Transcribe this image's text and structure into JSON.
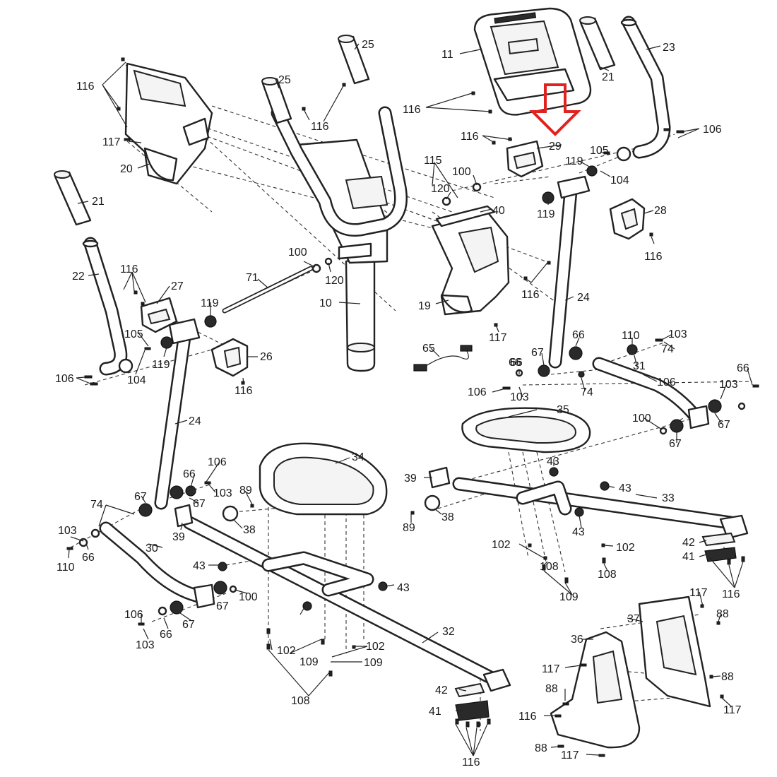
{
  "highlight": {
    "part": "29",
    "color": "#e0231f"
  },
  "labels": [
    "116",
    "117",
    "20",
    "21",
    "22",
    "25",
    "25",
    "116",
    "11",
    "21",
    "23",
    "116",
    "116",
    "29",
    "105",
    "106",
    "119",
    "104",
    "115",
    "100",
    "120",
    "40",
    "119",
    "28",
    "116",
    "116",
    "100",
    "120",
    "71",
    "10",
    "19",
    "24",
    "116",
    "27",
    "119",
    "105",
    "119",
    "104",
    "106",
    "26",
    "116",
    "117",
    "65",
    "66",
    "67",
    "66",
    "110",
    "103",
    "74",
    "31",
    "106",
    "66",
    "103",
    "66",
    "103",
    "106",
    "74",
    "67",
    "35",
    "100",
    "67",
    "24",
    "106",
    "66",
    "103",
    "67",
    "89",
    "34",
    "39",
    "43",
    "43",
    "67",
    "74",
    "38",
    "33",
    "103",
    "66",
    "110",
    "30",
    "89",
    "38",
    "39",
    "43",
    "43",
    "100",
    "102",
    "102",
    "42",
    "41",
    "108",
    "108",
    "109",
    "116",
    "106",
    "67",
    "67",
    "43",
    "103",
    "66",
    "32",
    "117",
    "88",
    "37",
    "36",
    "102",
    "109",
    "102",
    "109",
    "42",
    "41",
    "117",
    "88",
    "88",
    "116",
    "117",
    "108",
    "116",
    "88",
    "117"
  ]
}
